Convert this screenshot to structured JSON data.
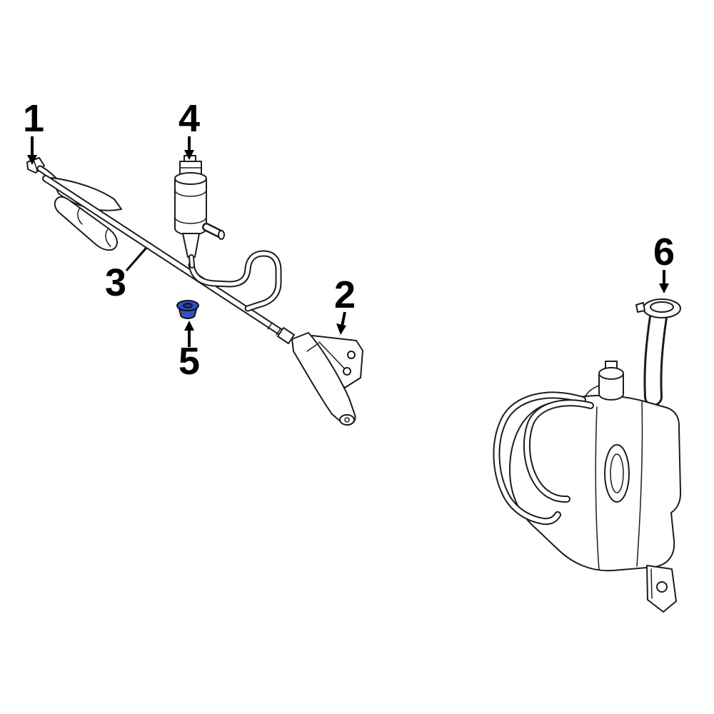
{
  "diagram": {
    "type": "parts-diagram",
    "description_hint": "washer-system-exploded-parts-line-art",
    "callouts": [
      {
        "label": "1",
        "part": "washer-nozzle-left"
      },
      {
        "label": "2",
        "part": "washer-nozzle-bracket-assembly"
      },
      {
        "label": "3",
        "part": "washer-hose-tube"
      },
      {
        "label": "4",
        "part": "washer-pump"
      },
      {
        "label": "5",
        "part": "grommet-highlighted"
      },
      {
        "label": "6",
        "part": "washer-fluid-reservoir"
      }
    ],
    "colors": {
      "line": "#1c1c1c",
      "highlight": "#3050c8",
      "highlight_dark": "#1f3a9e",
      "background": "#ffffff"
    }
  }
}
